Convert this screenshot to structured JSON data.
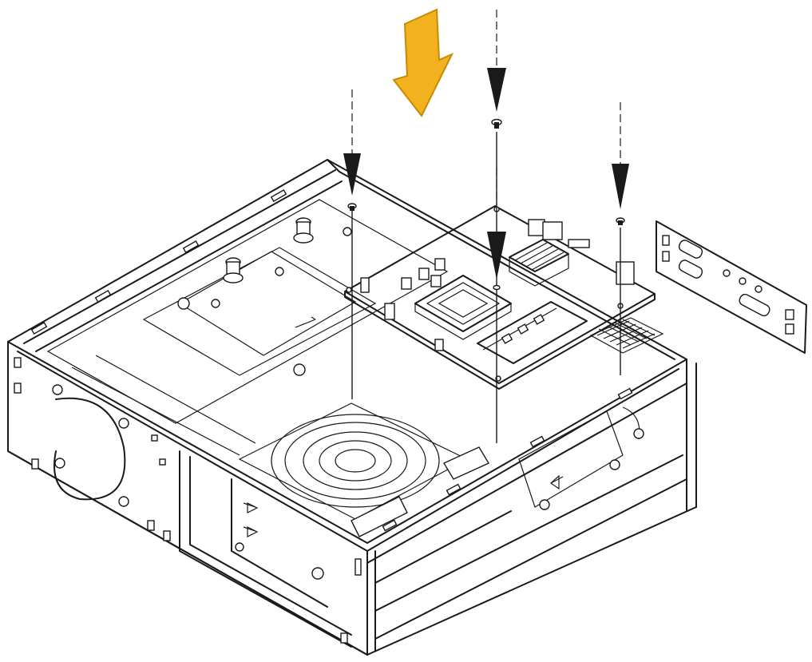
{
  "diagram": {
    "subject": "motherboard-installation-into-chassis",
    "icons": [
      "down-arrow-icon",
      "screw-icon",
      "motherboard",
      "io-shield",
      "chassis"
    ],
    "colors": {
      "arrow_fill": "#f2b21f",
      "arrow_stroke": "#c88a00",
      "line": "#1a1a1a",
      "background": "#ffffff"
    },
    "screws": 4
  }
}
